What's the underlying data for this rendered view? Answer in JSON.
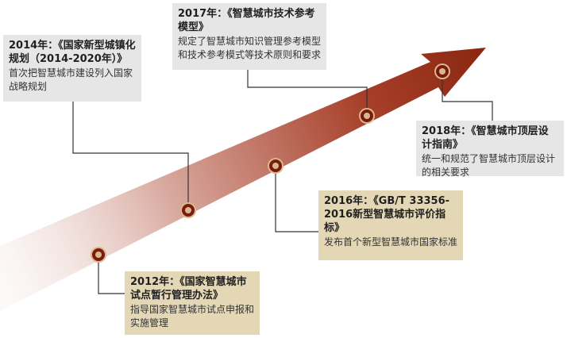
{
  "colors": {
    "arrow_dark": "#8f2a12",
    "arrow_light": "#f3e6e2",
    "marker_dark": "#7a1a12",
    "marker_light": "#d8b98a",
    "leader_line": "#333333",
    "box_gray": "#e6e6e6",
    "box_tan": "#e3d7b5"
  },
  "milestones": [
    {
      "id": "2012",
      "title": "2012年：《国家智慧城市试点暂行管理办法》",
      "desc": "指导国家智慧城市试点申报和实施管理"
    },
    {
      "id": "2014",
      "title": "2014年：《国家新型城镇化规划（2014-2020年）》",
      "desc": "首次把智慧城市建设列入国家战略规划"
    },
    {
      "id": "2016",
      "title": "2016年：《GB/T 33356-2016新型智慧城市评价指标》",
      "desc": "发布首个新型智慧城市国家标准"
    },
    {
      "id": "2017",
      "title": "2017年：《智慧城市技术参考模型》",
      "desc": "规定了智慧城市知识管理参考模型和技术参考模式等技术原则和要求"
    },
    {
      "id": "2018",
      "title": "2018年：《智慧城市顶层设计指南》",
      "desc": "统一和规范了智慧城市顶层设计的相关要求"
    }
  ]
}
